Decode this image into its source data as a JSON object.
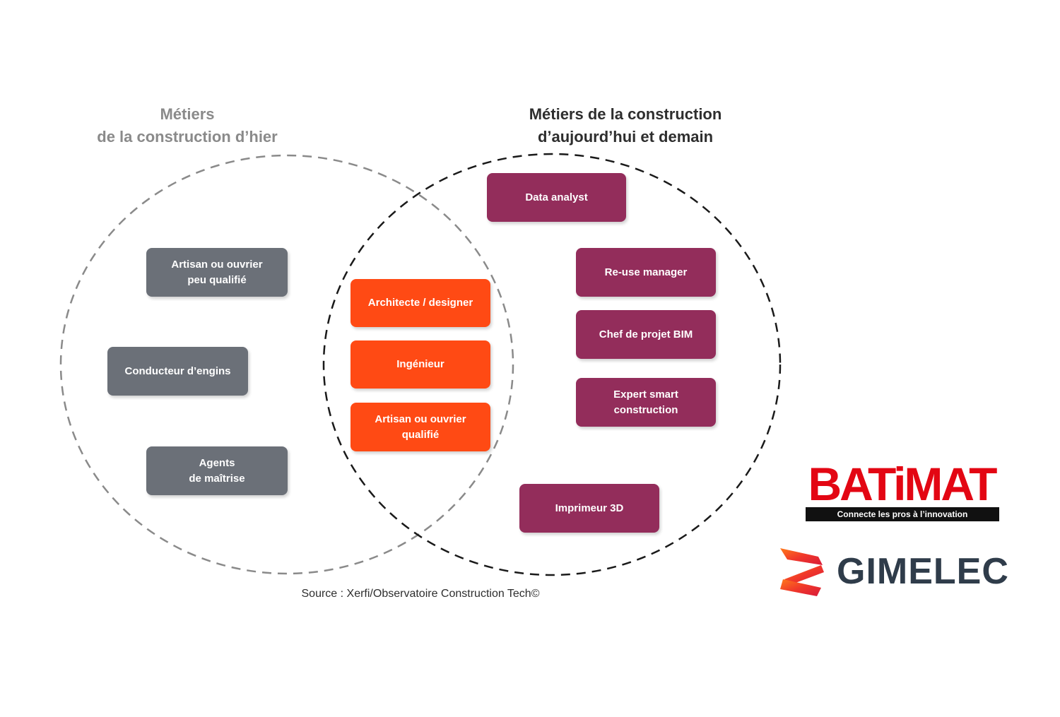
{
  "titles": {
    "left": "Métiers\nde la construction d’hier",
    "right": "Métiers de la construction\nd’aujourd’hui et demain"
  },
  "boxes": {
    "old": [
      "Artisan ou ouvrier\npeu qualifié",
      "Conducteur d’engins",
      "Agents\nde maîtrise"
    ],
    "shared": [
      "Architecte / designer",
      "Ingénieur",
      "Artisan ou ouvrier\nqualifié"
    ],
    "new": [
      "Data analyst",
      "Re-use manager",
      "Chef de projet BIM",
      "Expert smart\nconstruction",
      "Imprimeur 3D"
    ]
  },
  "source": "Source : Xerfi/Observatoire Construction Tech©",
  "logos": {
    "batimat": {
      "word": "BATiMAT",
      "tagline": "Connecte les pros à l’innovation"
    },
    "gimelec": {
      "word": "GIMELEC"
    }
  },
  "colors": {
    "old": "#6b7078",
    "shared": "#ff4a14",
    "new": "#932d5b",
    "batimat_red": "#e30613"
  }
}
